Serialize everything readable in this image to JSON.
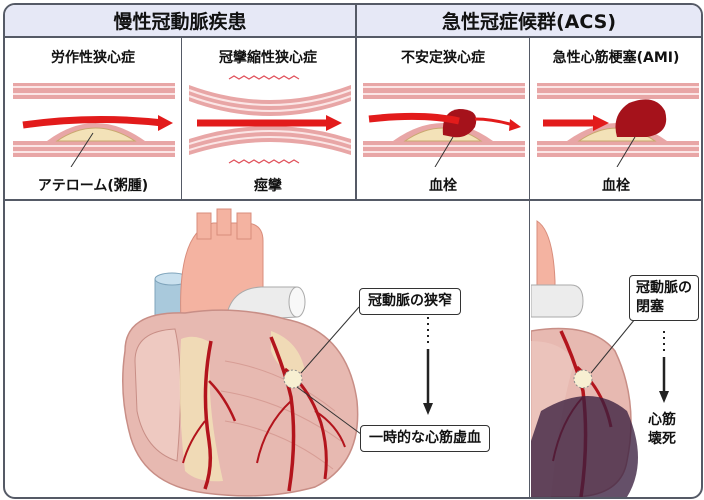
{
  "headers": {
    "chronic": "慢性冠動脈疾患",
    "acs": "急性冠症候群(ACS)"
  },
  "panels": [
    {
      "title": "労作性狭心症",
      "caption": "アテローム(粥腫)"
    },
    {
      "title": "冠攣縮性狭心症",
      "caption": "痙攣"
    },
    {
      "title": "不安定狭心症",
      "caption": "血栓"
    },
    {
      "title": "急性心筋梗塞(AMI)",
      "caption": "血栓"
    }
  ],
  "labels": {
    "stenosis": "冠動脈の狭窄",
    "ischemia": "一時的な心筋虚血",
    "occlusion_line1": "冠動脈の",
    "occlusion_line2": "閉塞",
    "necrosis_line1": "心筋",
    "necrosis_line2": "壊死"
  },
  "colors": {
    "header_bg": "#e6e8f6",
    "border": "#555a66",
    "artery_wall": "#e8a6a6",
    "blood_arrow": "#e21b1b",
    "plaque": "#f3e2b8",
    "thrombus": "#a5121b",
    "muscle": "#e7b9b1",
    "aorta": "#f4b3a1",
    "vein": "#a9c9dc",
    "necrosis": "#3a1f3f"
  }
}
